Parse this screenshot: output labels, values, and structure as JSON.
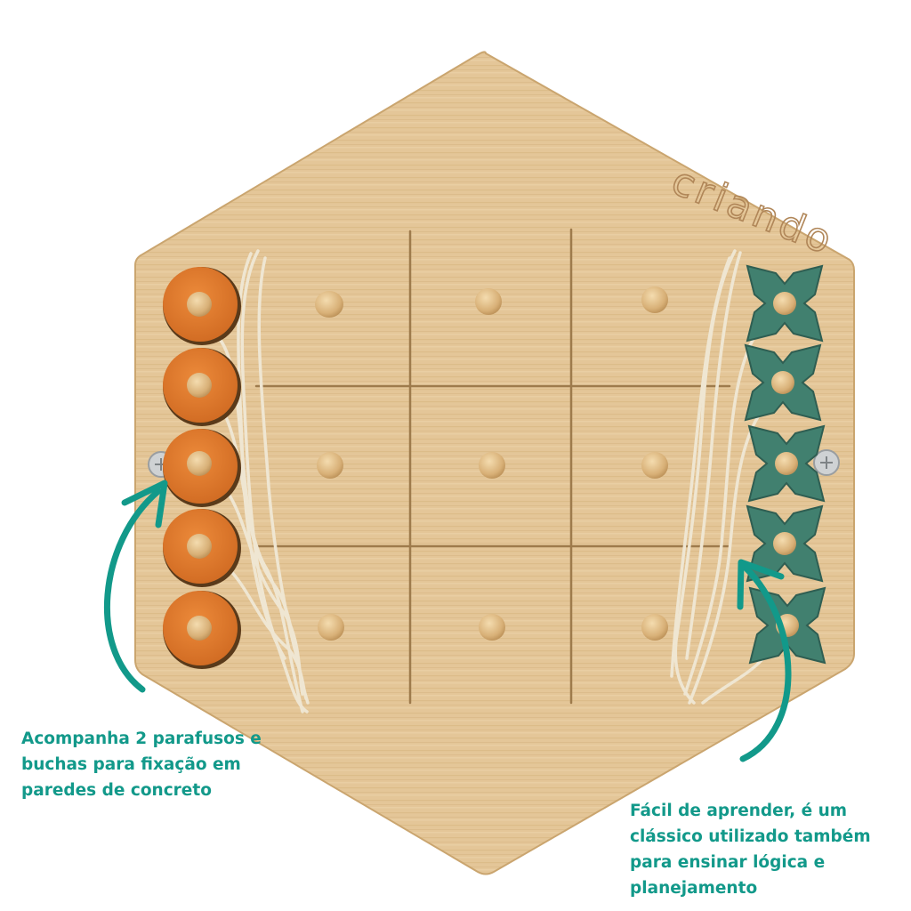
{
  "product": {
    "brand_engraving": "criando"
  },
  "captions": {
    "left": "Acompanha 2 parafusos e\nbuchas para fixação em\nparedes de concreto",
    "right": "Fácil de aprender, é um\nclássico utilizado também\npara ensinar lógica e\nplanejamento"
  },
  "colors": {
    "accent": "#12998a",
    "wood": "#e2c393",
    "wood_dark": "#c9a36d",
    "orange_piece": "#e07a2c",
    "green_piece": "#3f7e6e",
    "string": "#efe6d2"
  },
  "pieces": {
    "left_column": {
      "shape": "ring",
      "color": "orange",
      "count": 5
    },
    "right_column": {
      "shape": "x",
      "color": "green",
      "count": 5
    }
  },
  "grid": {
    "rows": 3,
    "cols": 3
  }
}
